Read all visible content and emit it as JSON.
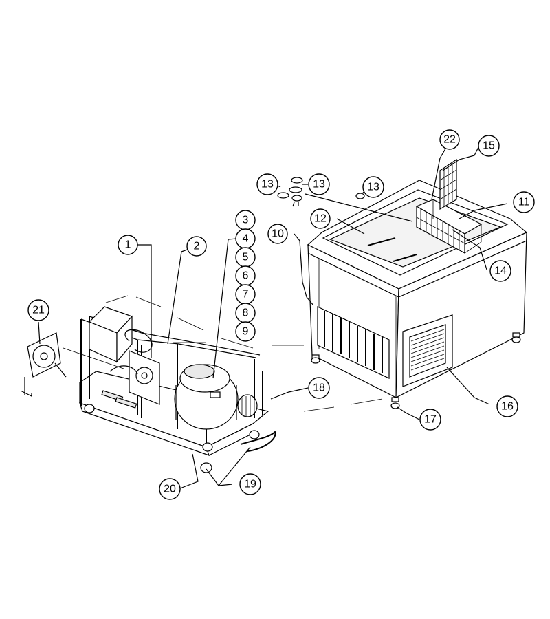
{
  "callouts": [
    {
      "id": "c1",
      "label": "1"
    },
    {
      "id": "c2",
      "label": "2"
    },
    {
      "id": "c3",
      "label": "3"
    },
    {
      "id": "c4",
      "label": "4"
    },
    {
      "id": "c5",
      "label": "5"
    },
    {
      "id": "c6",
      "label": "6"
    },
    {
      "id": "c7",
      "label": "7"
    },
    {
      "id": "c8",
      "label": "8"
    },
    {
      "id": "c9",
      "label": "9"
    },
    {
      "id": "c10",
      "label": "10"
    },
    {
      "id": "c11",
      "label": "11"
    },
    {
      "id": "c12",
      "label": "12"
    },
    {
      "id": "c13a",
      "label": "13"
    },
    {
      "id": "c13b",
      "label": "13"
    },
    {
      "id": "c13c",
      "label": "13"
    },
    {
      "id": "c14",
      "label": "14"
    },
    {
      "id": "c15",
      "label": "15"
    },
    {
      "id": "c16",
      "label": "16"
    },
    {
      "id": "c17",
      "label": "17"
    },
    {
      "id": "c18",
      "label": "18"
    },
    {
      "id": "c19",
      "label": "19"
    },
    {
      "id": "c20",
      "label": "20"
    },
    {
      "id": "c21",
      "label": "21"
    },
    {
      "id": "c22",
      "label": "22"
    }
  ]
}
